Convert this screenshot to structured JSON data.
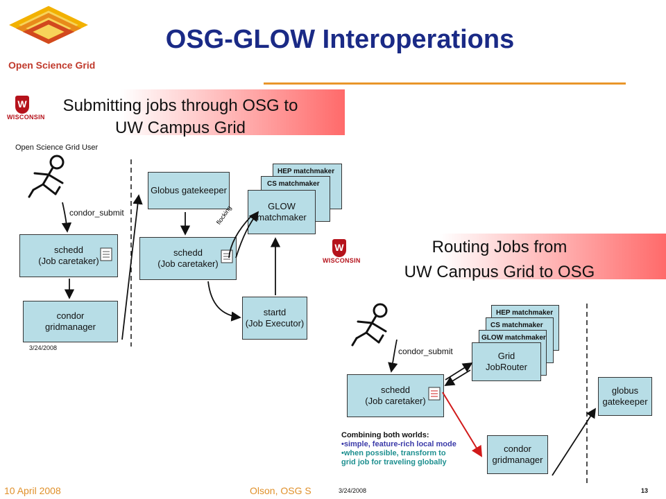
{
  "header": {
    "title": "OSG-GLOW Interoperations",
    "logo_text": "Open Science Grid"
  },
  "left_panel": {
    "banner_line1": "Submitting jobs through OSG to",
    "banner_line2": "UW Campus Grid",
    "user_label": "Open Science Grid User",
    "submit_label": "condor_submit",
    "schedd_line1": "schedd",
    "schedd_line2": "(Job caretaker)",
    "gridmanager_line1": "condor",
    "gridmanager_line2": "gridmanager",
    "gatekeeper": "Globus gatekeeper",
    "schedd2_line1": "schedd",
    "schedd2_line2": "(Job caretaker)",
    "hep": "HEP matchmaker",
    "cs": "CS matchmaker",
    "glow_line1": "GLOW",
    "glow_line2": "matchmaker",
    "flocking": "flocking",
    "startd_line1": "startd",
    "startd_line2": "(Job Executor)",
    "date": "3/24/2008"
  },
  "right_panel": {
    "banner_line1": "Routing Jobs from",
    "banner_line2": "UW Campus Grid to OSG",
    "submit_label": "condor_submit",
    "hep": "HEP matchmaker",
    "cs": "CS matchmaker",
    "glow": "GLOW matchmaker",
    "router_line1": "Grid",
    "router_line2": "JobRouter",
    "schedd_line1": "schedd",
    "schedd_line2": "(Job caretaker)",
    "globus_line1": "globus",
    "globus_line2": "gatekeeper",
    "gridmanager_line1": "condor",
    "gridmanager_line2": "gridmanager",
    "combine_title": "Combining both worlds:",
    "combine_bullet1": "•simple, feature-rich local mode",
    "combine_bullet2": "•when possible, transform to",
    "combine_bullet3": "grid job for traveling globally",
    "date": "3/24/2008",
    "page": "13"
  },
  "wisconsin": {
    "shield": "W",
    "text": "WISCONSIN"
  },
  "footer": {
    "date": "10 April 2008",
    "author": "Olson, OSG S"
  },
  "colors": {
    "title": "#1a2a86",
    "accent": "#e9962a",
    "box_fill": "#b7dde6",
    "arrow_red": "#d11a1a",
    "combine_blue": "#3a3aa8",
    "combine_teal": "#1d8f8f"
  }
}
